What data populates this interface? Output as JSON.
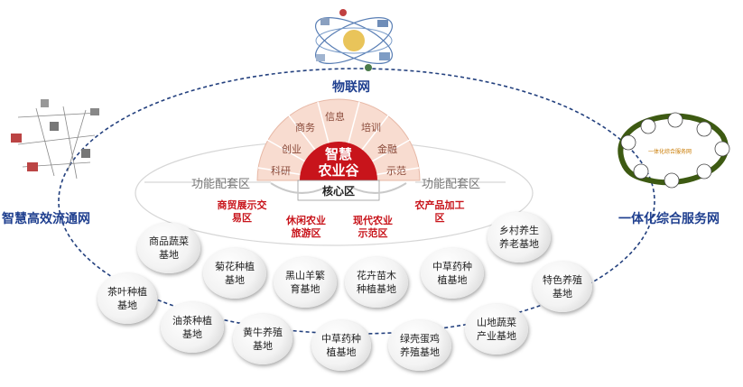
{
  "networks": {
    "top": "物联网",
    "left": "智慧高效流通网",
    "right": "一体化综合服务网"
  },
  "core": {
    "title": "智慧\n农业谷",
    "label": "核心区",
    "fan_items": [
      "创业",
      "商务",
      "信息",
      "培训",
      "金融",
      "科研",
      "示范"
    ]
  },
  "support_zone": {
    "left_label": "功能配套区",
    "right_label": "功能配套区",
    "areas": [
      "商贸展示交\n易区",
      "休闲农业\n旅游区",
      "现代农业\n示范区",
      "农产品加工\n区"
    ]
  },
  "bases": [
    "商品蔬菜\n基地",
    "菊花种植\n基地",
    "黑山羊繁\n育基地",
    "花卉苗木\n种植基地",
    "中草药种\n植基地",
    "乡村养生\n养老基地",
    "特色养殖\n基地",
    "茶叶种植\n基地",
    "油茶种植\n基地",
    "黄牛养殖\n基地",
    "中草药种\n植基地",
    "绿壳蛋鸡\n养殖基地",
    "山地蔬菜\n产业基地"
  ],
  "service_ring": {
    "center": "一体化综合服务网"
  },
  "colors": {
    "network_label": "#1f3f8f",
    "core_red": "#c8141b",
    "area_red": "#c8141b",
    "fan_fill": "#f8dcd0"
  }
}
